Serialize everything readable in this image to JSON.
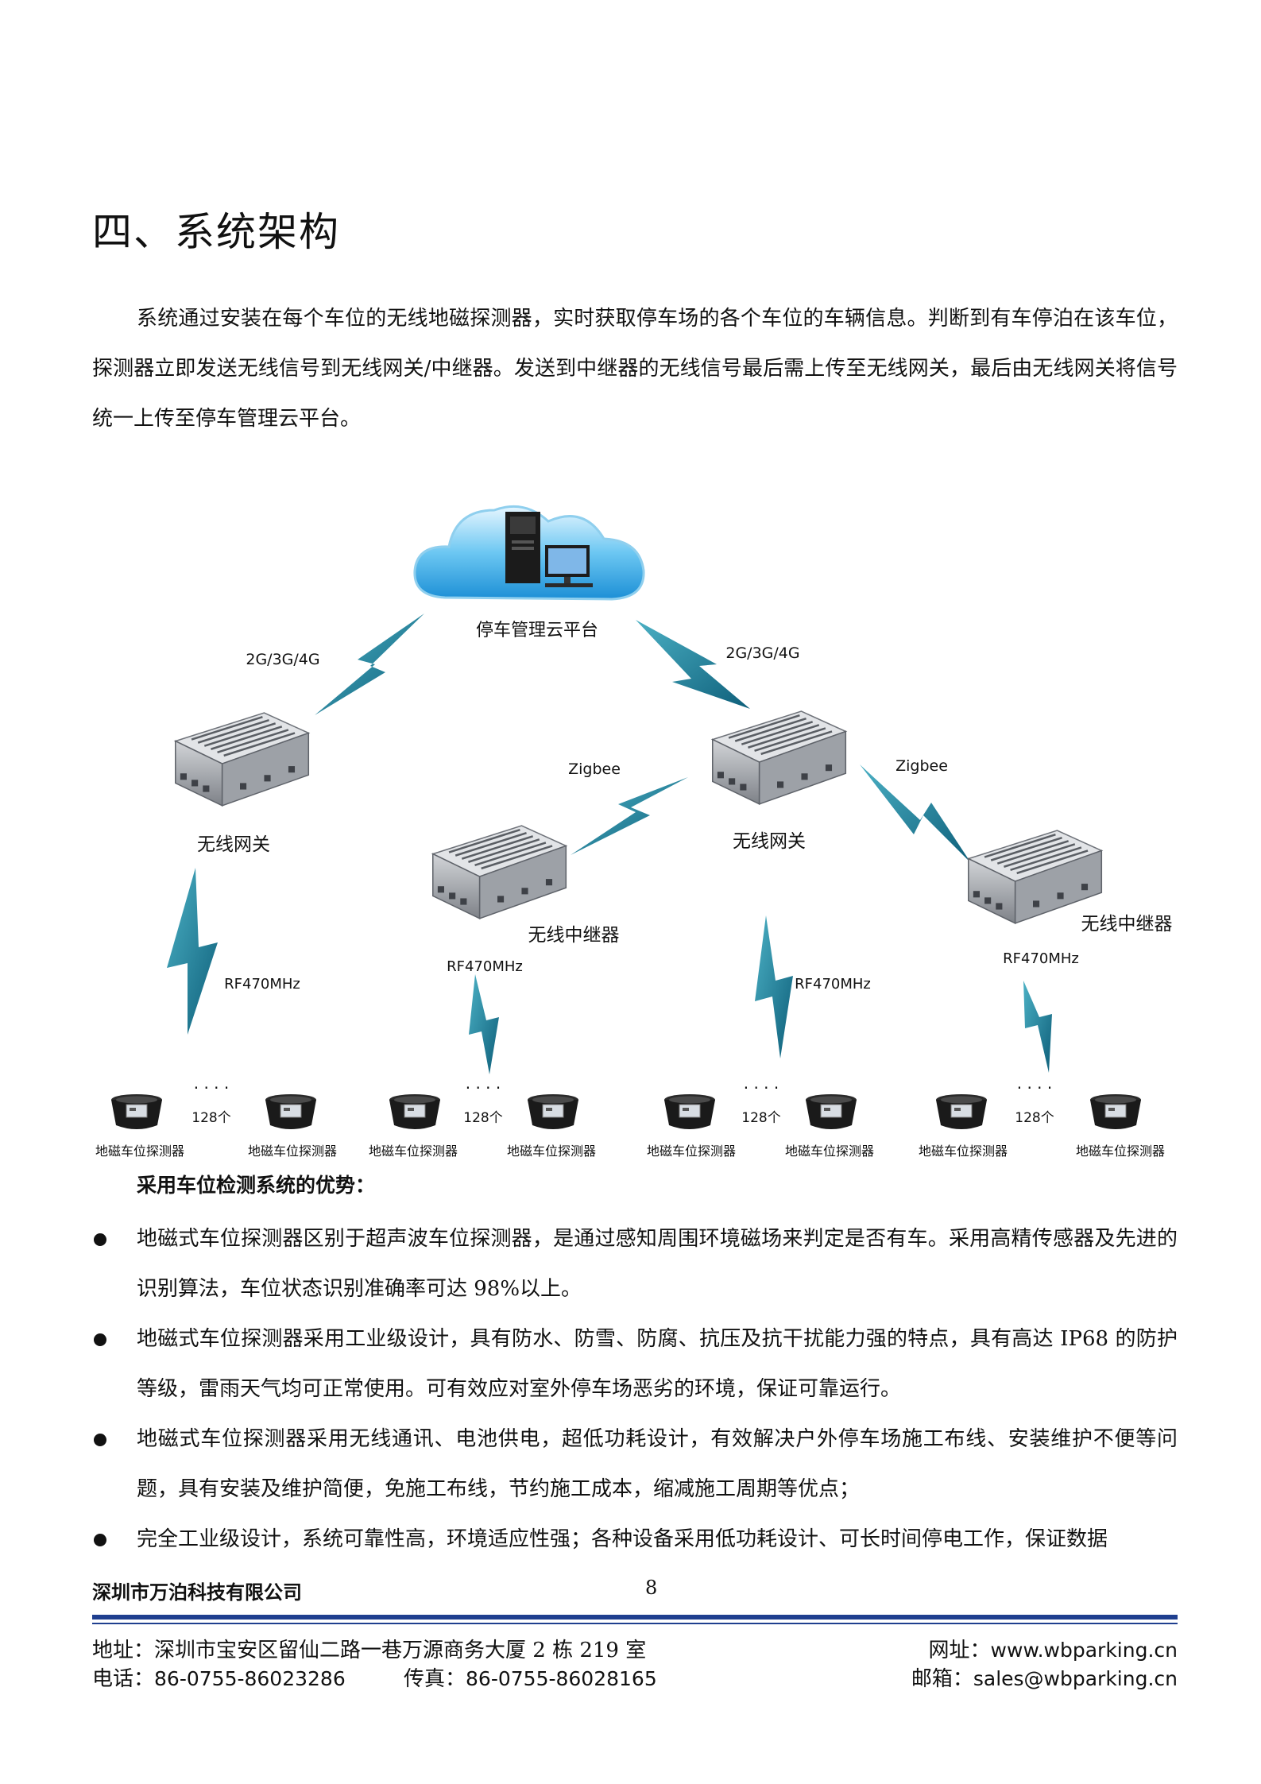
{
  "section_title": "四、系统架构",
  "intro": "系统通过安装在每个车位的无线地磁探测器，实时获取停车场的各个车位的车辆信息。判断到有车停泊在该车位，探测器立即发送无线信号到无线网关/中继器。发送到中继器的无线信号最后需上传至无线网关，最后由无线网关将信号统一上传至停车管理云平台。",
  "diagram": {
    "cloud_label": "停车管理云平台",
    "link_2g_left": "2G/3G/4G",
    "link_2g_right": "2G/3G/4G",
    "zigbee_left": "Zigbee",
    "zigbee_right": "Zigbee",
    "gateway_left_label": "无线网关",
    "gateway_center_label": "无线网关",
    "repeater_left_label": "无线中继器",
    "repeater_right_label": "无线中继器",
    "rf_1": "RF470MHz",
    "rf_2": "RF470MHz",
    "rf_3": "RF470MHz",
    "rf_4": "RF470MHz",
    "count_1": "128个",
    "count_2": "128个",
    "count_3": "128个",
    "count_4": "128个",
    "sensor_label": "地磁车位探测器",
    "dots": "· · · ·"
  },
  "advantages": {
    "heading": "采用车位检测系统的优势：",
    "items": [
      "地磁式车位探测器区别于超声波车位探测器，是通过感知周围环境磁场来判定是否有车。采用高精传感器及先进的识别算法，车位状态识别准确率可达 98%以上。",
      "地磁式车位探测器采用工业级设计，具有防水、防雪、防腐、抗压及抗干扰能力强的特点，具有高达 IP68 的防护等级，雷雨天气均可正常使用。可有效应对室外停车场恶劣的环境，保证可靠运行。",
      "地磁式车位探测器采用无线通讯、电池供电，超低功耗设计，有效解决户外停车场施工布线、安装维护不便等问题，具有安装及维护简便，免施工布线，节约施工成本，缩减施工周期等优点；",
      "完全工业级设计，系统可靠性高，环境适应性强；各种设备采用低功耗设计、可长时间停电工作，保证数据"
    ]
  },
  "footer": {
    "company": "深圳市万泊科技有限公司",
    "page_number": "8",
    "address_label": "地址：",
    "address": "深圳市宝安区留仙二路一巷万源商务大厦 2 栋 219 室",
    "website_label": "网址：",
    "website": "www.wbparking.cn",
    "phone_label": "电话：",
    "phone": "86-0755-86023286",
    "fax_label": "传真：",
    "fax": "86-0755-86028165",
    "email_label": "邮箱：",
    "email": "sales@wbparking.cn"
  }
}
